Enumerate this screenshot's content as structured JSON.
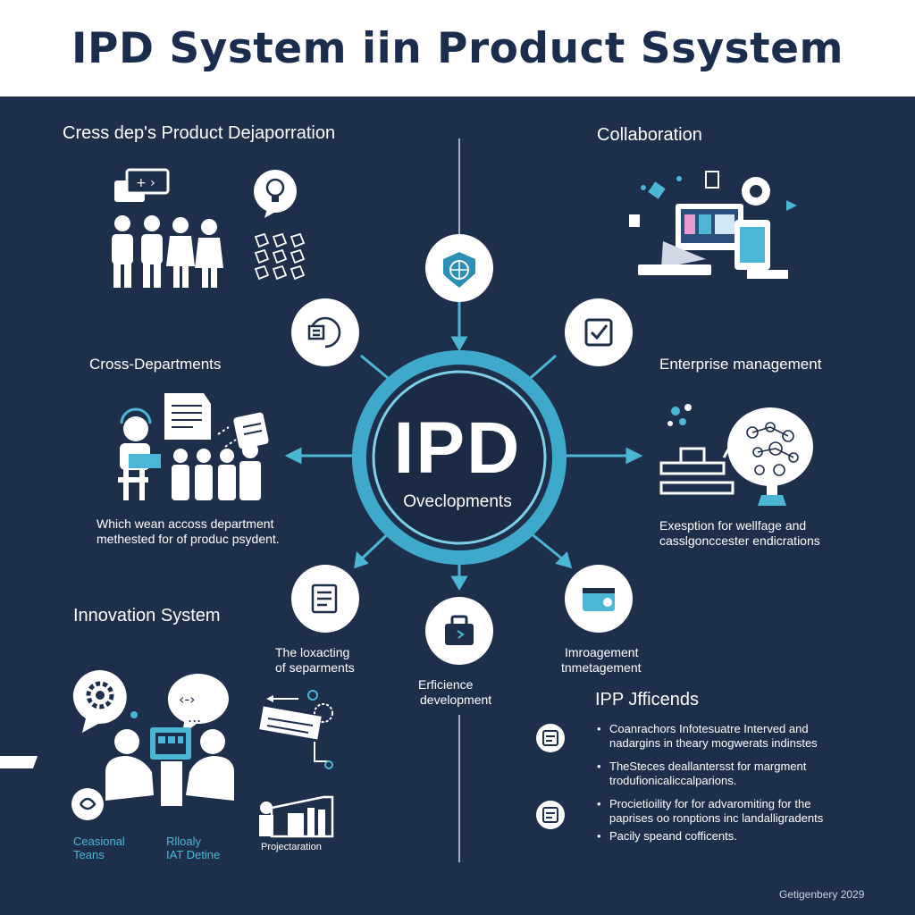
{
  "title": "IPD System iin Product Ssystem",
  "hub": {
    "title": "IPD",
    "subtitle": "Oveclopments"
  },
  "sections": {
    "top_left": "Cress dep's Product Dejaporration",
    "top_right": "Collaboration",
    "mid_left": "Cross-Departments",
    "mid_left_desc": [
      "Which wean accoss department",
      "methested for of produc psydent."
    ],
    "mid_right": "Enterprise management",
    "mid_right_desc": [
      "Exesption for wellfage and",
      "casslgonccester endicrations"
    ],
    "bottom_left": "Innovation System",
    "ipp_title": "IPP Jfficends"
  },
  "node_labels": {
    "lower_left": [
      "The loxacting",
      "of separments"
    ],
    "bottom": [
      "Erficience",
      "development"
    ],
    "lower_right": [
      "Imroagement",
      "tnmetagement"
    ]
  },
  "innovation_labels": {
    "left": [
      "Ceasional",
      "Teans"
    ],
    "middle": [
      "Rlloaly",
      "IAT Detine"
    ],
    "right": "Projectaration"
  },
  "ipp_bullets": [
    [
      "Coanrachors Infotesuatre Interved and",
      "nadargins in theary mogwerats indinstes"
    ],
    [
      "TheSteces deallantersst for margment",
      "trodufionicaliccalparions."
    ],
    [
      "Procietioility for for advaromiting for the",
      "paprises oo ronptions inc landalligradents"
    ],
    [
      "Pacily speand cofficents."
    ]
  ],
  "footer": "Getigenbery 2029",
  "colors": {
    "accent": "#4bb6d6",
    "background": "#1e2f4b",
    "header_bg": "#ffffff",
    "title_text": "#1b2d4e"
  },
  "icons": [
    "globe-shield-icon",
    "refresh-document-icon",
    "checkbox-icon",
    "document-list-icon",
    "briefcase-icon",
    "camera-card-icon",
    "idea-bulb-icon",
    "chat-icon",
    "gear-icon",
    "computer-icon",
    "brain-icon"
  ]
}
